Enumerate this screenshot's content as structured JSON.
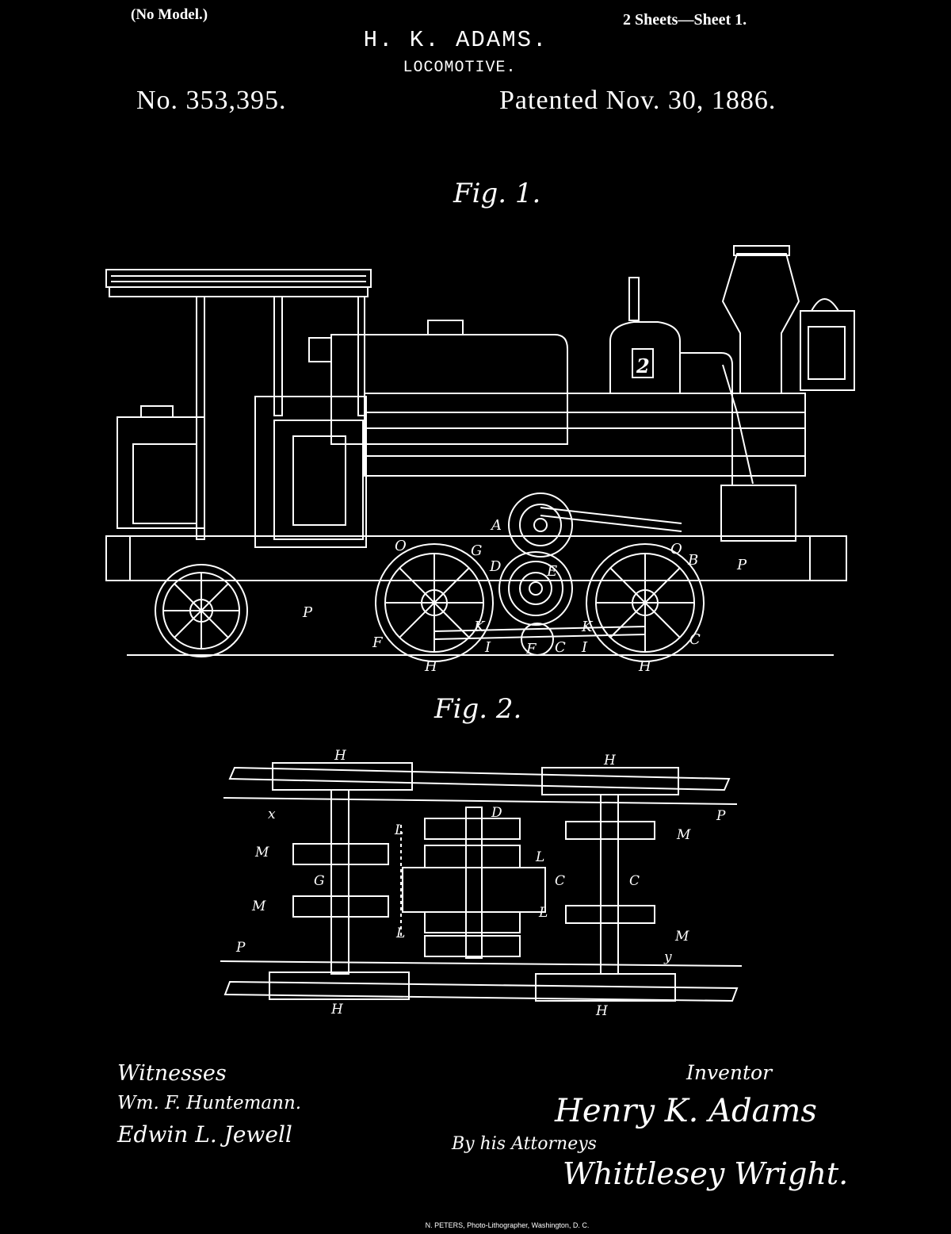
{
  "header": {
    "no_model": "(No Model.)",
    "sheets": "2 Sheets—Sheet 1.",
    "inventor_name": "H. K. ADAMS.",
    "title": "LOCOMOTIVE.",
    "patent_number": "No. 353,395.",
    "patent_date": "Patented Nov. 30, 1886."
  },
  "figures": {
    "fig1_label": "Fig. 1.",
    "fig2_label": "Fig. 2.",
    "fig1_number_plate": "2",
    "fig1_refs": [
      "A",
      "G",
      "D",
      "E",
      "B",
      "C",
      "C",
      "F",
      "P",
      "P",
      "H",
      "H",
      "K",
      "K",
      "I",
      "I",
      "F",
      "O",
      "O"
    ],
    "fig2_refs": [
      "H",
      "H",
      "H",
      "H",
      "D",
      "P",
      "P",
      "x",
      "y",
      "L",
      "L",
      "L",
      "L",
      "M",
      "M",
      "M",
      "M",
      "G",
      "C",
      "C"
    ]
  },
  "signatures": {
    "witnesses_label": "Witnesses",
    "witness_1": "Wm. F. Huntemann.",
    "witness_2": "Edwin L. Jewell",
    "inventor_label": "Inventor",
    "inventor_signature": "Henry K. Adams",
    "attorneys_label": "By his Attorneys",
    "attorney_signature": "Whittlesey Wright."
  },
  "footer": "N. PETERS, Photo-Lithographer, Washington, D. C."
}
